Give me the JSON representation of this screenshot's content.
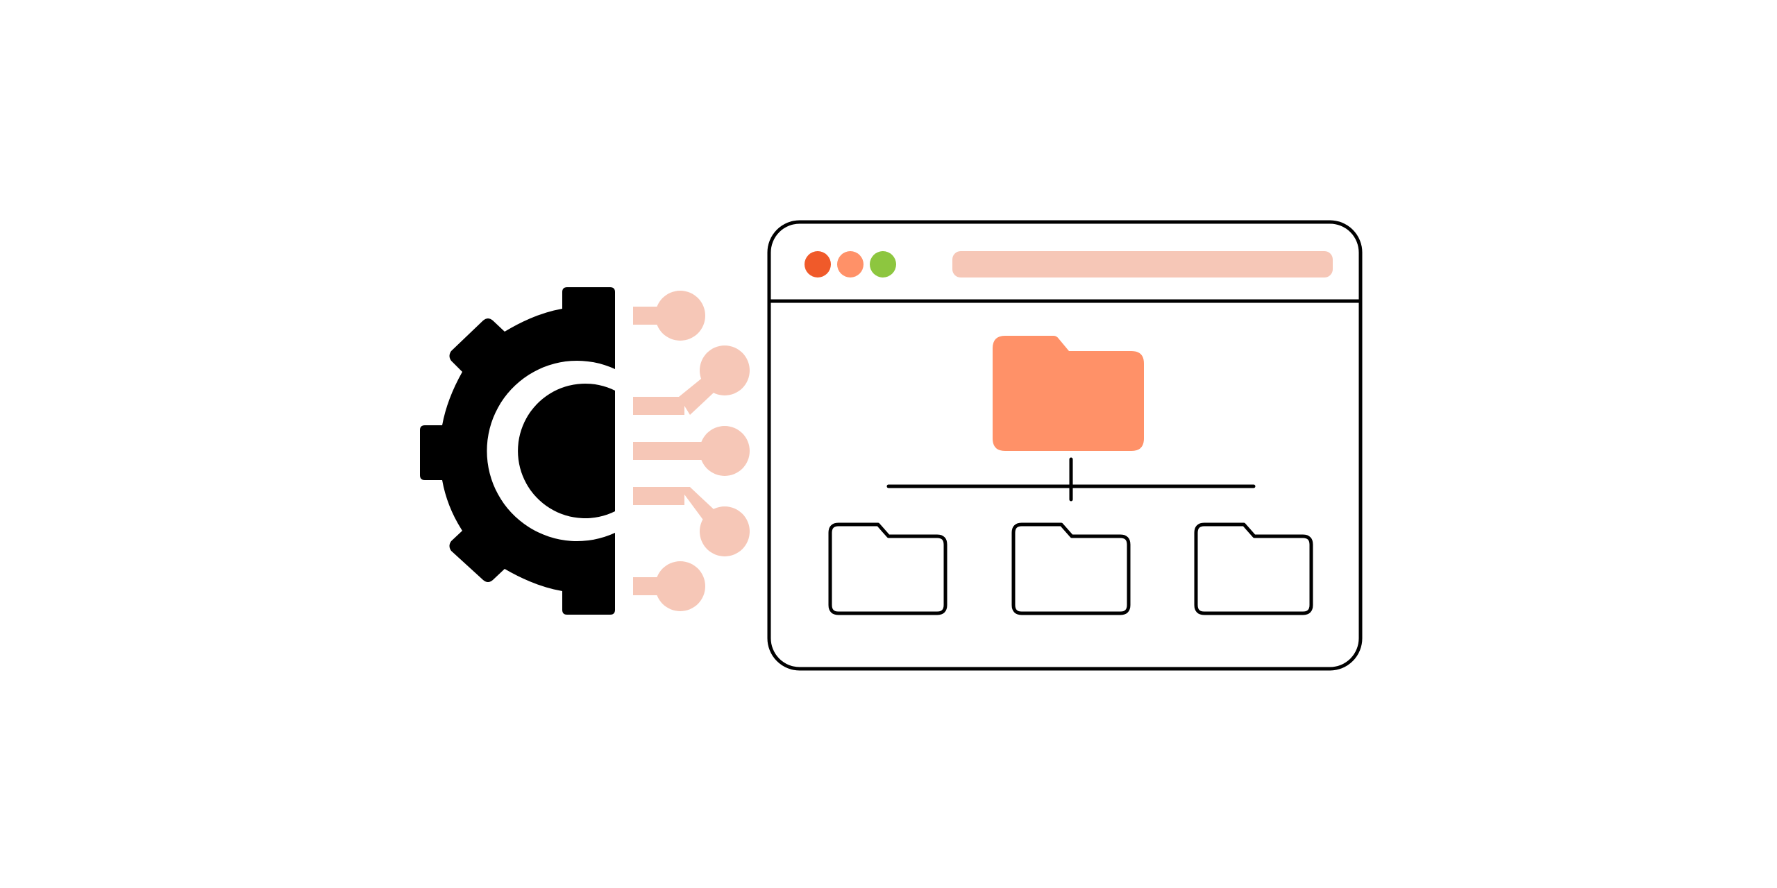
{
  "illustration": {
    "subject": "gear-connected-to-browser-folder-hierarchy",
    "icons": {
      "gear": "gear-icon",
      "circuit": "circuit-nodes-icon",
      "browser": "browser-window-icon",
      "parent_folder": "folder-icon",
      "child_folders": [
        "folder-outline-icon",
        "folder-outline-icon",
        "folder-outline-icon"
      ],
      "hierarchy": "tree-connector-icon"
    },
    "window_controls": [
      "close-dot",
      "minimize-dot",
      "maximize-dot"
    ],
    "colors": {
      "background": "#ffffff",
      "stroke": "#000000",
      "gear": "#000000",
      "circuit": "#f6c7b7",
      "address_bar": "#f6c7b7",
      "parent_folder": "#ff9168",
      "dot_close": "#f05a2a",
      "dot_minimize": "#ff9168",
      "dot_maximize": "#8dc63f"
    }
  }
}
